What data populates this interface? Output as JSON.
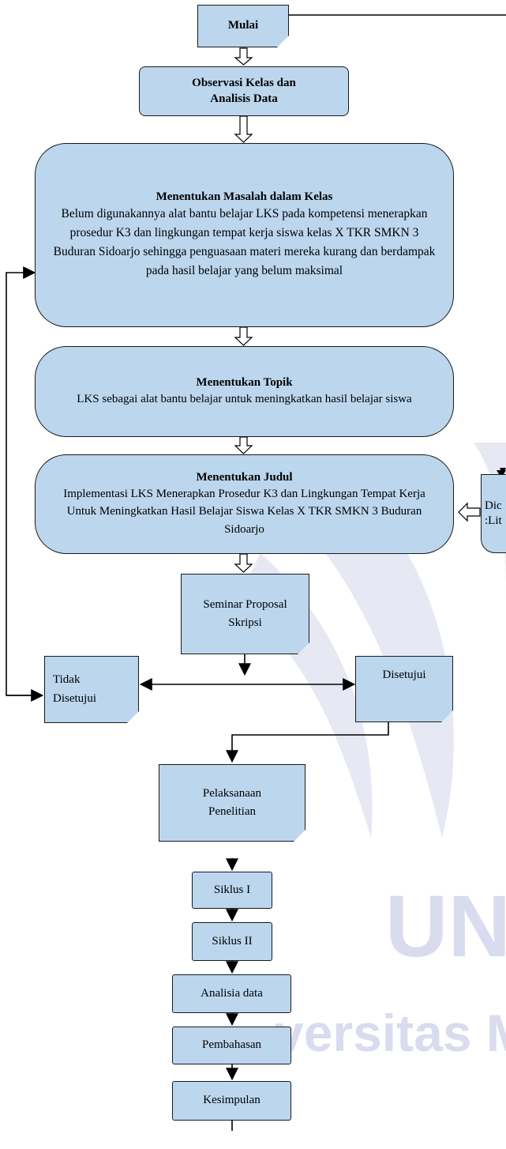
{
  "watermark": {
    "text_big": "UN",
    "text_small": "versitas M"
  },
  "nodes": {
    "mulai": "Mulai",
    "observasi": "Observasi Kelas dan Analisis Data",
    "masalah_title": "Menentukan Masalah dalam Kelas",
    "masalah_body": "Belum digunakannya alat bantu belajar LKS pada kompetensi menerapkan prosedur K3 dan lingkungan tempat kerja siswa kelas X TKR SMKN 3 Buduran Sidoarjo sehingga penguasaan materi mereka kurang dan berdampak pada hasil belajar yang belum maksimal",
    "topik_title": "Menentukan Topik",
    "topik_body": "LKS sebagai alat bantu belajar untuk meningkatkan hasil belajar siswa",
    "judul_title": "Menentukan Judul",
    "judul_body": "Implementasi LKS Menerapkan Prosedur K3 dan Lingkungan Tempat Kerja Untuk Meningkatkan Hasil Belajar Siswa Kelas X TKR SMKN 3 Buduran Sidoarjo",
    "side_line1": "Dic",
    "side_line2": ":Lit",
    "seminar": "Seminar Proposal Skripsi",
    "tidak": "Tidak Disetujui",
    "disetujui": "Disetujui",
    "pelaksanaan": "Pelaksanaan Penelitian",
    "siklus1": "Siklus I",
    "siklus2": "Siklus II",
    "analisia": "Analisia data",
    "pembahasan": "Pembahasan",
    "kesimpulan": "Kesimpulan"
  }
}
